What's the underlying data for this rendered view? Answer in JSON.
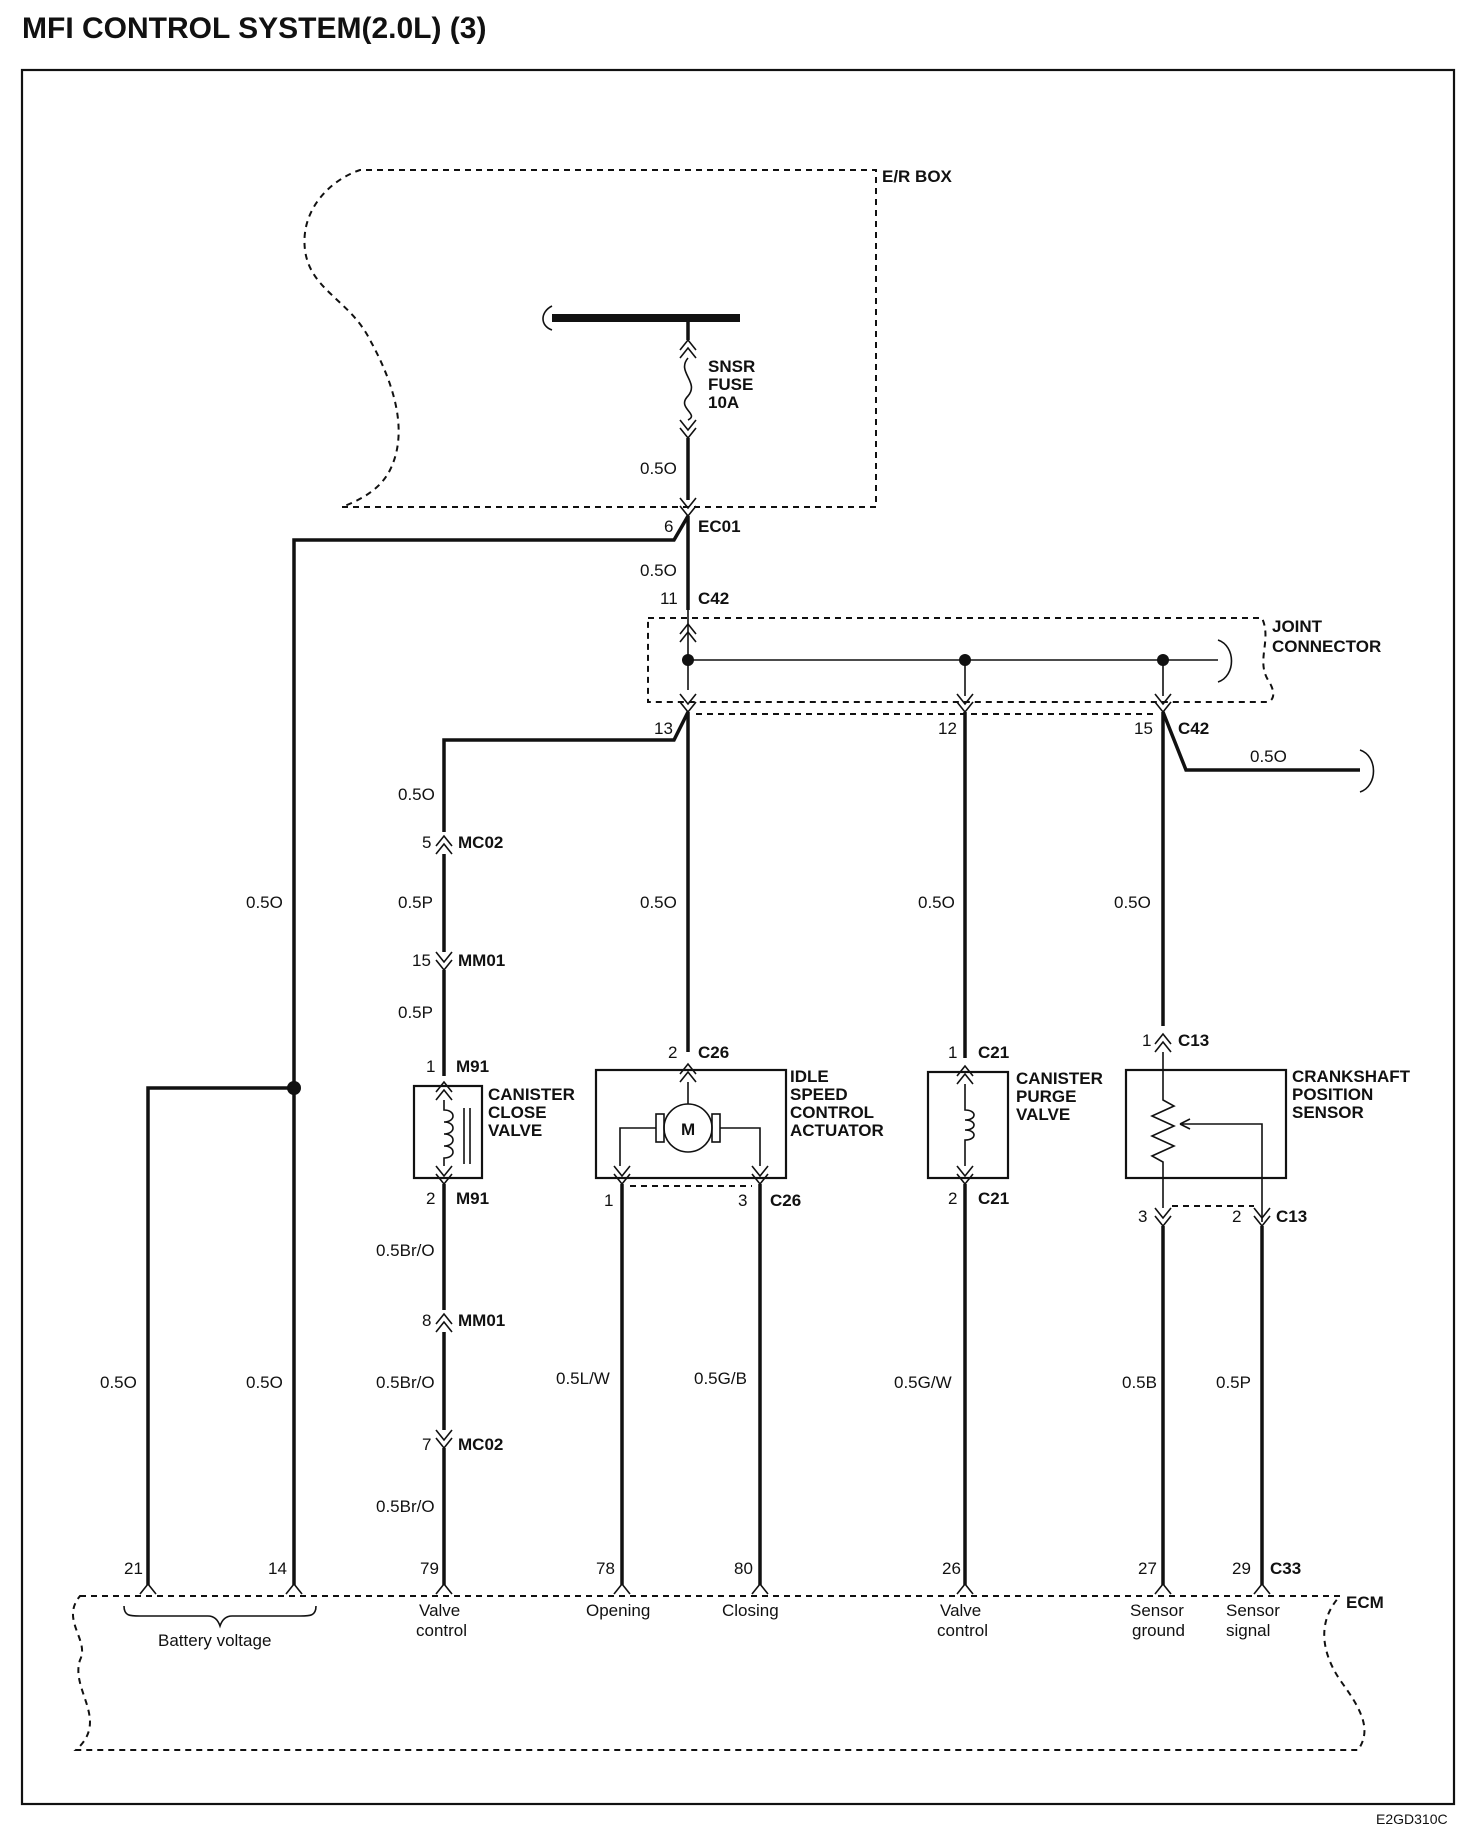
{
  "title": "MFI CONTROL SYSTEM(2.0L) (3)",
  "figure_id": "E2GD310C",
  "boxes": {
    "er_box": "E/R BOX",
    "joint_connector": [
      "JOINT",
      "CONNECTOR"
    ],
    "ecm": "ECM"
  },
  "fuse": [
    "SNSR",
    "FUSE",
    "10A"
  ],
  "connectors": {
    "ec01": "EC01",
    "c42": "C42",
    "mc02": "MC02",
    "mm01": "MM01",
    "m91": "M91",
    "c26": "C26",
    "c21": "C21",
    "c13": "C13",
    "c33": "C33"
  },
  "pins": {
    "ec01": "6",
    "c42_in": "11",
    "c42_out_1": "13",
    "c42_out_2": "12",
    "c42_out_3": "15",
    "mc02_a": "5",
    "mm01_a": "15",
    "m91_1": "1",
    "m91_2": "2",
    "mm01_b": "8",
    "mc02_b": "7",
    "c26_2": "2",
    "c26_1": "1",
    "c26_3": "3",
    "c21_1": "1",
    "c21_2": "2",
    "c13_1": "1",
    "c13_3": "3",
    "c13_2": "2",
    "ecm_21": "21",
    "ecm_14": "14",
    "ecm_79": "79",
    "ecm_78": "78",
    "ecm_80": "80",
    "ecm_26": "26",
    "ecm_27": "27",
    "ecm_29": "29"
  },
  "wires": {
    "fuse_out": "0.5O",
    "ec01_c42": "0.5O",
    "c42_right": "0.5O",
    "left_upper": "0.5O",
    "left_outer": "0.5O",
    "left_inner": "0.5O",
    "valve_top": "0.5O",
    "valve_p1": "0.5P",
    "valve_p2": "0.5P",
    "valve_br1": "0.5Br/O",
    "valve_br2": "0.5Br/O",
    "valve_br3": "0.5Br/O",
    "isc_feed": "0.5O",
    "isc_open": "0.5L/W",
    "isc_close": "0.5G/B",
    "purge_feed": "0.5O",
    "purge_ctrl": "0.5G/W",
    "ckp_feed": "0.5O",
    "ckp_gnd": "0.5B",
    "ckp_sig": "0.5P"
  },
  "components": {
    "canister_close_valve": [
      "CANISTER",
      "CLOSE",
      "VALVE"
    ],
    "isc_actuator": [
      "IDLE",
      "SPEED",
      "CONTROL",
      "ACTUATOR"
    ],
    "motor": "M",
    "canister_purge_valve": [
      "CANISTER",
      "PURGE",
      "VALVE"
    ],
    "crankshaft_sensor": [
      "CRANKSHAFT",
      "POSITION",
      "SENSOR"
    ]
  },
  "ecm_labels": {
    "battery_voltage": "Battery voltage",
    "valve_control_1": [
      "Valve",
      "control"
    ],
    "opening": "Opening",
    "closing": "Closing",
    "valve_control_2": [
      "Valve",
      "control"
    ],
    "sensor_ground": [
      "Sensor",
      "ground"
    ],
    "sensor_signal": [
      "Sensor",
      "signal"
    ]
  }
}
